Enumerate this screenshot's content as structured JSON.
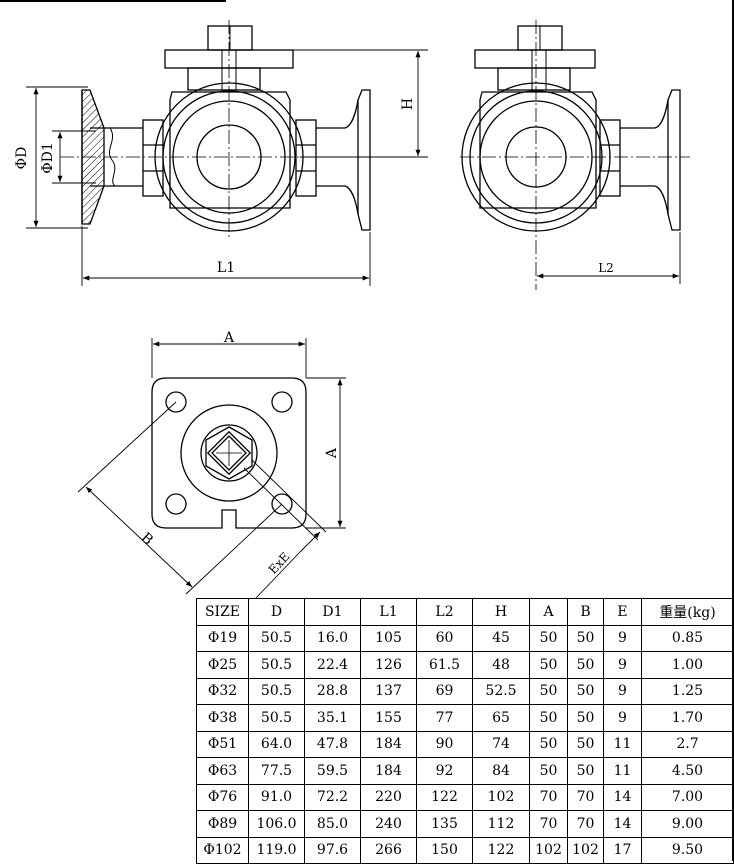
{
  "dimension_labels": {
    "phi_d": "ΦD",
    "phi_d1": "ΦD1",
    "h": "H",
    "l1": "L1",
    "l2": "L2",
    "a_top": "A",
    "a_side": "A",
    "b": "B",
    "exe": "ExE"
  },
  "table": {
    "headers": [
      "SIZE",
      "D",
      "D1",
      "L1",
      "L2",
      "H",
      "A",
      "B",
      "E",
      "重量(kg)"
    ],
    "rows": [
      [
        "Φ19",
        "50.5",
        "16.0",
        "105",
        "60",
        "45",
        "50",
        "50",
        "9",
        "0.85"
      ],
      [
        "Φ25",
        "50.5",
        "22.4",
        "126",
        "61.5",
        "48",
        "50",
        "50",
        "9",
        "1.00"
      ],
      [
        "Φ32",
        "50.5",
        "28.8",
        "137",
        "69",
        "52.5",
        "50",
        "50",
        "9",
        "1.25"
      ],
      [
        "Φ38",
        "50.5",
        "35.1",
        "155",
        "77",
        "65",
        "50",
        "50",
        "9",
        "1.70"
      ],
      [
        "Φ51",
        "64.0",
        "47.8",
        "184",
        "90",
        "74",
        "50",
        "50",
        "11",
        "2.7"
      ],
      [
        "Φ63",
        "77.5",
        "59.5",
        "184",
        "92",
        "84",
        "50",
        "50",
        "11",
        "4.50"
      ],
      [
        "Φ76",
        "91.0",
        "72.2",
        "220",
        "122",
        "102",
        "70",
        "70",
        "14",
        "7.00"
      ],
      [
        "Φ89",
        "106.0",
        "85.0",
        "240",
        "135",
        "112",
        "70",
        "70",
        "14",
        "9.00"
      ],
      [
        "Φ102",
        "119.0",
        "97.6",
        "266",
        "150",
        "122",
        "102",
        "102",
        "17",
        "9.50"
      ]
    ]
  }
}
